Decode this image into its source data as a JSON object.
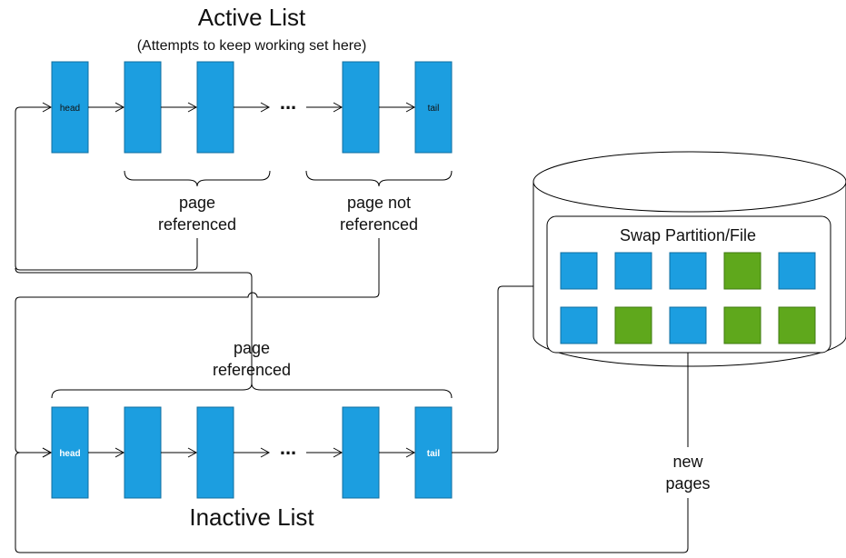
{
  "active_list": {
    "title": "Active List",
    "subtitle": "(Attempts to keep working set here)",
    "head_label": "head",
    "tail_label": "tail",
    "ellipsis": "...",
    "brace_left_label_1": "page",
    "brace_left_label_2": "referenced",
    "brace_right_label_1": "page not",
    "brace_right_label_2": "referenced"
  },
  "inactive_list": {
    "title": "Inactive List",
    "head_label": "head",
    "tail_label": "tail",
    "ellipsis": "...",
    "brace_label_1": "page",
    "brace_label_2": "referenced"
  },
  "swap": {
    "title": "Swap Partition/File",
    "rows": [
      [
        "blue",
        "blue",
        "blue",
        "green",
        "blue"
      ],
      [
        "blue",
        "green",
        "blue",
        "green",
        "green"
      ]
    ],
    "new_pages_label_1": "new",
    "new_pages_label_2": "pages"
  },
  "colors": {
    "page_blue": "#1c9ee0",
    "page_green": "#5fa81c"
  }
}
